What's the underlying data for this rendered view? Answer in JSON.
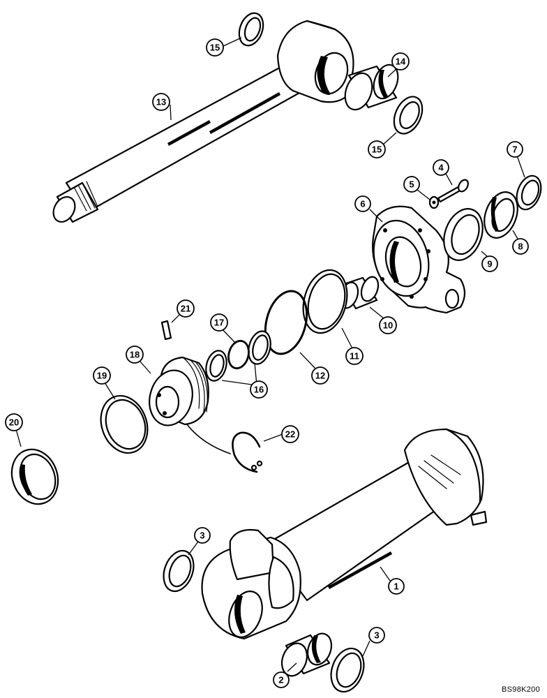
{
  "drawing_code": "BS98K200",
  "callouts": [
    {
      "label": "1"
    },
    {
      "label": "2"
    },
    {
      "label": "3"
    },
    {
      "label": "3"
    },
    {
      "label": "4"
    },
    {
      "label": "5"
    },
    {
      "label": "6"
    },
    {
      "label": "7"
    },
    {
      "label": "8"
    },
    {
      "label": "9"
    },
    {
      "label": "10"
    },
    {
      "label": "11"
    },
    {
      "label": "12"
    },
    {
      "label": "13"
    },
    {
      "label": "14"
    },
    {
      "label": "15"
    },
    {
      "label": "15"
    },
    {
      "label": "16"
    },
    {
      "label": "17"
    },
    {
      "label": "18"
    },
    {
      "label": "19"
    },
    {
      "label": "20"
    },
    {
      "label": "21"
    },
    {
      "label": "22"
    }
  ]
}
